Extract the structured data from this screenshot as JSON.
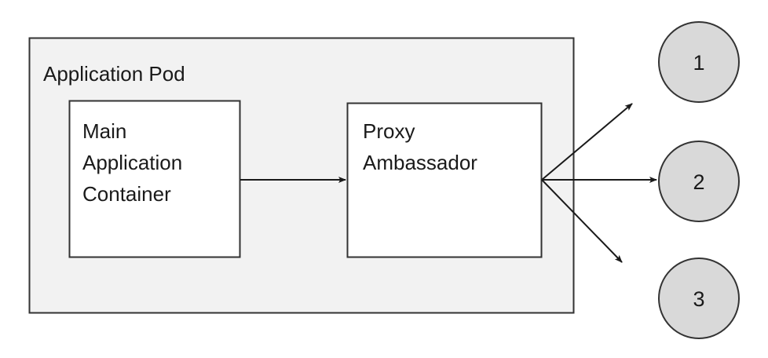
{
  "diagram": {
    "type": "architecture-diagram",
    "pattern": "ambassador-sidecar",
    "pod": {
      "title": "Application Pod",
      "fill": "#F2F2F2",
      "stroke": "#333333"
    },
    "containers": [
      {
        "id": "main-application-container",
        "lines": [
          "Main",
          "Application",
          "Container"
        ],
        "fill": "#FFFFFF",
        "stroke": "#333333"
      },
      {
        "id": "proxy-ambassador",
        "lines": [
          "Proxy",
          "Ambassador"
        ],
        "fill": "#FFFFFF",
        "stroke": "#333333"
      }
    ],
    "endpoints": [
      {
        "id": "endpoint-1",
        "label": "1",
        "fill": "#D9D9D9",
        "stroke": "#333333"
      },
      {
        "id": "endpoint-2",
        "label": "2",
        "fill": "#D9D9D9",
        "stroke": "#333333"
      },
      {
        "id": "endpoint-3",
        "label": "3",
        "fill": "#D9D9D9",
        "stroke": "#333333"
      }
    ],
    "connectors": [
      {
        "id": "main-to-proxy",
        "from": "main-application-container",
        "to": "proxy-ambassador",
        "style": "solid-arrow"
      },
      {
        "id": "proxy-to-endpoint-1",
        "from": "proxy-ambassador",
        "to": "endpoint-1",
        "style": "solid-arrow"
      },
      {
        "id": "proxy-to-endpoint-2",
        "from": "proxy-ambassador",
        "to": "endpoint-2",
        "style": "solid-arrow"
      },
      {
        "id": "proxy-to-endpoint-3",
        "from": "proxy-ambassador",
        "to": "endpoint-3",
        "style": "solid-arrow"
      }
    ],
    "colors": {
      "stroke": "#333333",
      "arrow": "#1a1a1a",
      "pod_fill": "#F2F2F2",
      "container_fill": "#FFFFFF",
      "circle_fill": "#D9D9D9",
      "text": "#1a1a1a",
      "background": "#FFFFFF"
    }
  }
}
